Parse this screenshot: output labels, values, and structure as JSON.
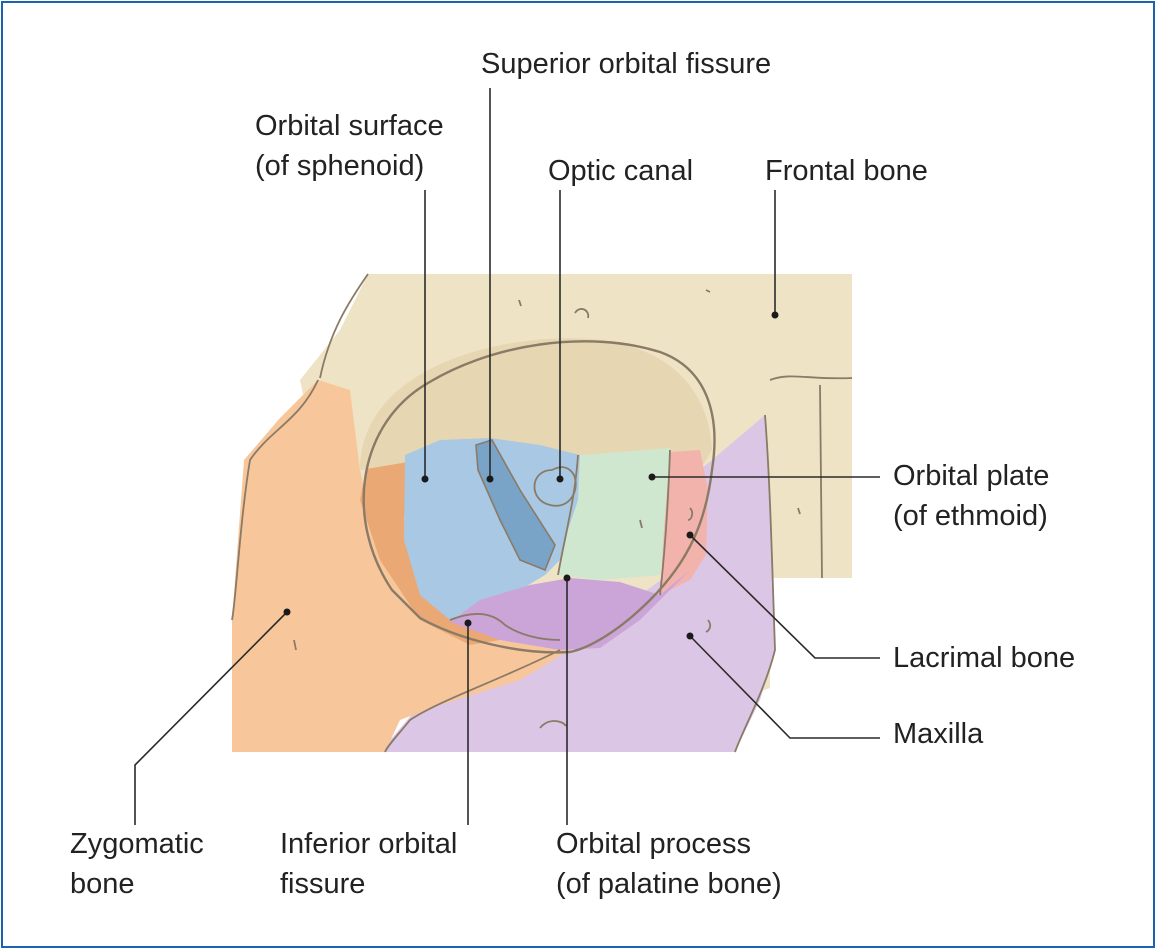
{
  "labels": {
    "superior_orbital_fissure": "Superior orbital fissure",
    "orbital_surface_line1": "Orbital surface",
    "orbital_surface_line2": "(of sphenoid)",
    "optic_canal": "Optic canal",
    "frontal_bone": "Frontal bone",
    "orbital_plate_line1": "Orbital plate",
    "orbital_plate_line2": "(of ethmoid)",
    "lacrimal_bone": "Lacrimal bone",
    "maxilla": "Maxilla",
    "zygomatic_line1": "Zygomatic",
    "zygomatic_line2": "bone",
    "inferior_orbital_line1": "Inferior orbital",
    "inferior_orbital_line2": "fissure",
    "orbital_process_line1": "Orbital process",
    "orbital_process_line2": "(of palatine bone)"
  },
  "colors": {
    "frame_border": "#1b63b0",
    "frontal_bone": "#efe3c6",
    "zygomatic_bone": "#f7c79b",
    "zygomatic_inner": "#eaa874",
    "sphenoid": "#a9c8e4",
    "sphenoid_fissure": "#7aa3c8",
    "ethmoid": "#cfe6cf",
    "lacrimal": "#f3b3ad",
    "maxilla": "#dcc6e6",
    "palatine": "#cba4d8"
  }
}
